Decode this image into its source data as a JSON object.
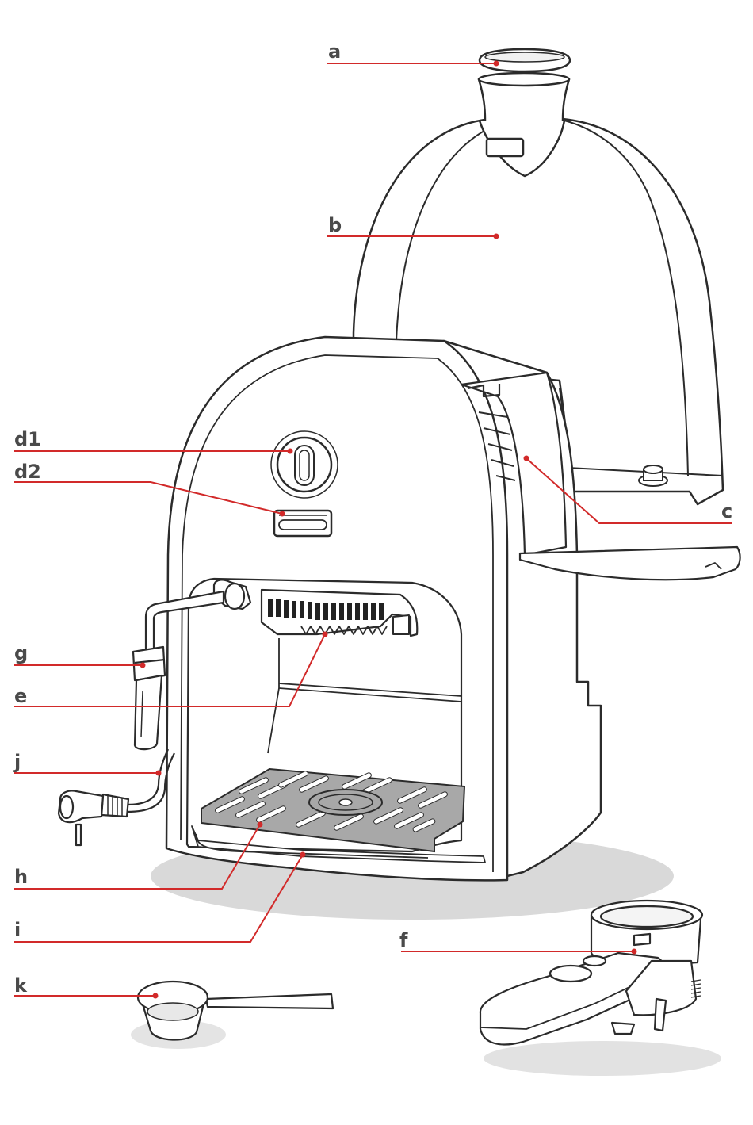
{
  "colors": {
    "leader": "#d22a2a",
    "label": "#4a4a4a",
    "outline": "#2b2b2b",
    "fill": "#ffffff",
    "tray": "#a8a8a8",
    "shadow": "#d6d6d6"
  },
  "labels": {
    "a": "a",
    "b": "b",
    "c": "c",
    "d1": "d1",
    "d2": "d2",
    "e": "e",
    "f": "f",
    "g": "g",
    "h": "h",
    "i": "i",
    "j": "j",
    "k": "k"
  }
}
